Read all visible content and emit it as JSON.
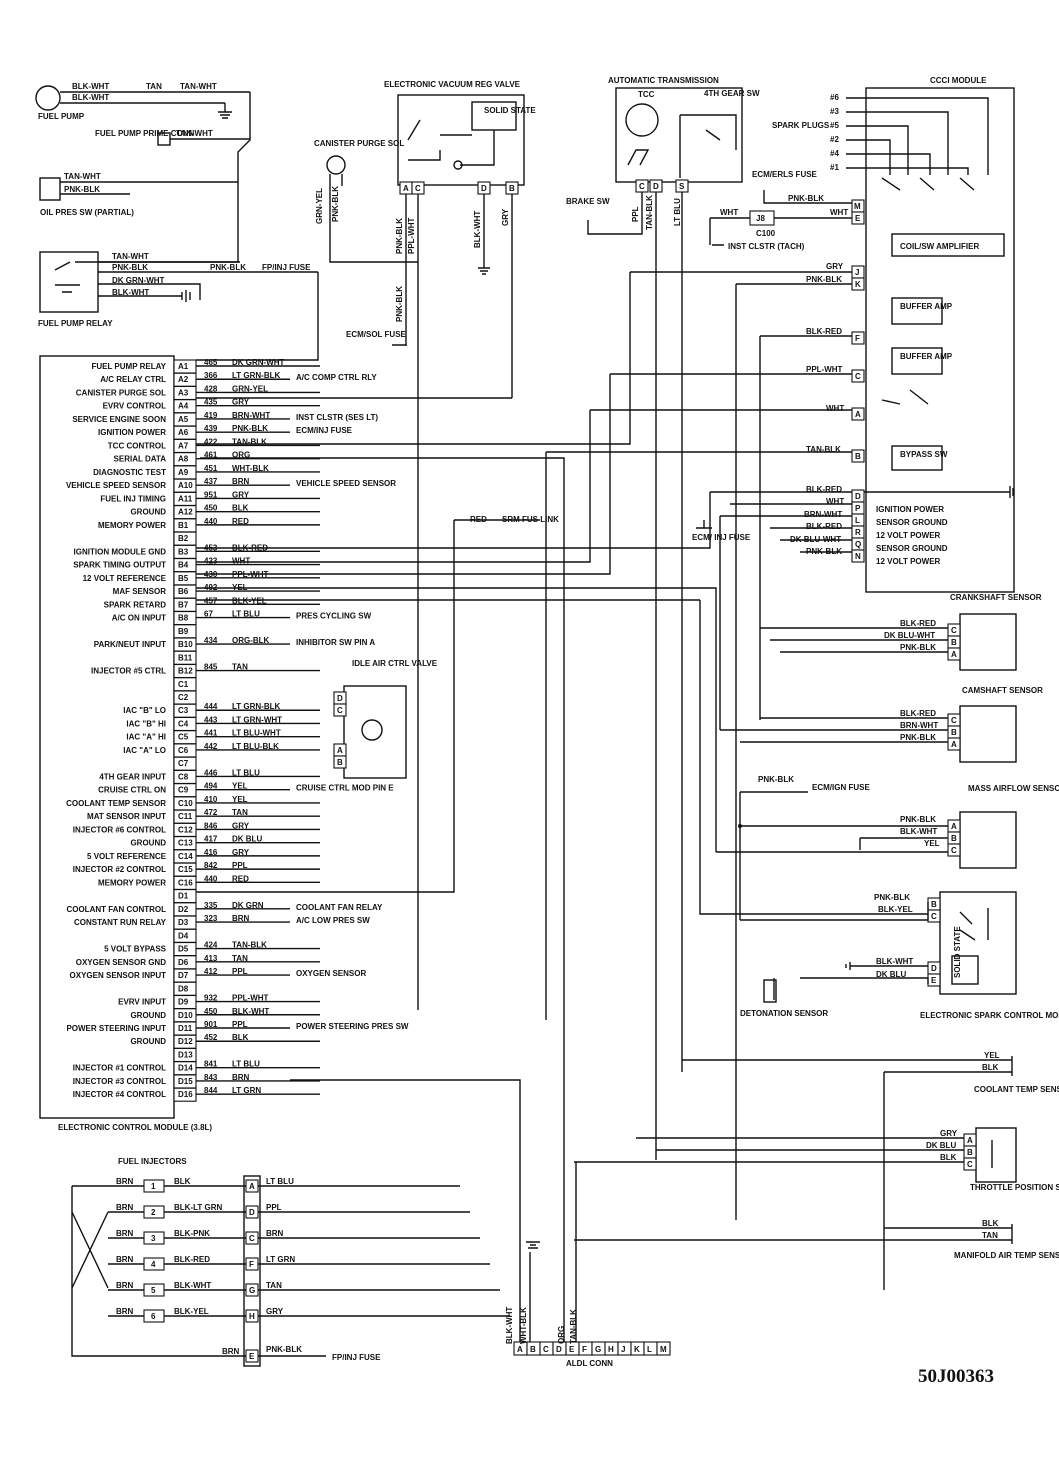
{
  "diagram_code": "50J00363",
  "top_left": {
    "fuel_pump": "FUEL PUMP",
    "fuel_pump_prime": "FUEL PUMP PRIME CONN",
    "oil_pres_sw": "OIL PRES SW (PARTIAL)",
    "fuel_pump_relay": "FUEL PUMP RELAY",
    "fp_inj_fuse": "FP/INJ FUSE",
    "wires": [
      "BLK-WHT",
      "BLK-WHT",
      "TAN",
      "TAN-WHT",
      "TAN-WHT",
      "TAN-WHT",
      "PNK-BLK",
      "TAN-WHT",
      "PNK-BLK",
      "PNK-BLK",
      "DK GRN-WHT",
      "BLK-WHT"
    ]
  },
  "components": {
    "canister": "CANISTER PURGE SOL",
    "evrv": "ELECTRONIC VACUUM REG VALVE",
    "solid_state": "SOLID STATE",
    "auto_trans": "AUTOMATIC TRANSMISSION",
    "tcc": "TCC",
    "fourth_gear_sw": "4TH GEAR SW",
    "brake_sw": "BRAKE SW",
    "ccci": "CCCI MODULE",
    "spark_plugs": "SPARK PLUGS",
    "ecm_erls_fuse": "ECM/ERLS FUSE",
    "j8": "J8",
    "c100": "C100",
    "inst_clstr": "INST CLSTR (TACH)",
    "coil_amp": "COIL/SW AMPLIFIER",
    "buffer_amp1": "BUFFER AMP",
    "buffer_amp2": "BUFFER AMP",
    "bypass_sw": "BYPASS SW",
    "ign_power": "IGNITION POWER",
    "sensor_ground1": "SENSOR GROUND",
    "v12_power1": "12 VOLT POWER",
    "sensor_ground2": "SENSOR GROUND",
    "v12_power2": "12 VOLT POWER",
    "ecm_inj_fuse": "ECM/ INJ FUSE",
    "ecm_sol_fuse": "ECM/SOL FUSE",
    "crankshaft": "CRANKSHAFT SENSOR",
    "camshaft": "CAMSHAFT SENSOR",
    "ecm_ign_fuse": "ECM/IGN FUSE",
    "maf": "MASS AIRFLOW SENSOR",
    "esc": "ELECTRONIC SPARK CONTROL MODULE",
    "solid_state2": "SOLID STATE",
    "detonation": "DETONATION SENSOR",
    "coolant_temp": "COOLANT TEMP SENSOR",
    "tps": "THROTTLE POSITION SENSOR",
    "mat": "MANIFOLD AIR TEMP SENSOR",
    "aldl": "ALDL CONN",
    "iac": "IDLE AIR CTRL VALVE",
    "fuel_injectors": "FUEL INJECTORS",
    "ecm": "ELECTRONIC CONTROL MODULE (3.8L)",
    "inj_fuse": "FP/INJ FUSE",
    "spark_plug_nums": [
      "#6",
      "#3",
      "#5",
      "#2",
      "#4",
      "#1"
    ]
  },
  "spark_plug_pins": [
    "M",
    "E",
    "J",
    "K",
    "F",
    "C",
    "A",
    "B",
    "D",
    "P",
    "L",
    "R",
    "Q",
    "N"
  ],
  "ccci_wires": {
    "pnk_blk": "PNK-BLK",
    "wht": "WHT",
    "gry": "GRY",
    "pnk_blk2": "PNK-BLK",
    "blk_red": "BLK-RED",
    "ppl_wht": "PPL-WHT",
    "wht2": "WHT",
    "tan_blk": "TAN-BLK",
    "blk_red2": "BLK-RED",
    "wht3": "WHT",
    "brn_wht": "BRN-WHT",
    "blk_red3": "BLK-RED",
    "dkblu_wht": "DK BLU-WHT",
    "pnk_blk3": "PNK-BLK"
  },
  "sensor_wires": {
    "crank": [
      "BLK-RED",
      "DK BLU-WHT",
      "PNK-BLK"
    ],
    "cam": [
      "BLK-RED",
      "BRN-WHT",
      "PNK-BLK"
    ],
    "maf": [
      "PNK-BLK",
      "BLK-WHT",
      "YEL"
    ],
    "maf_fuse": "PNK-BLK",
    "esc": [
      "PNK-BLK",
      "BLK-YEL",
      "BLK-WHT",
      "DK BLU"
    ],
    "coolant": [
      "YEL",
      "BLK"
    ],
    "tps": [
      "GRY",
      "DK BLU",
      "BLK"
    ],
    "mat": [
      "BLK",
      "TAN"
    ],
    "evrv": [
      "PNK-BLK",
      "PPL-WHT",
      "BLK-WHT",
      "GRY"
    ],
    "canister": [
      "GRN-YEL",
      "PNK-BLK"
    ],
    "trans": [
      "PPL",
      "TAN-BLK",
      "LT BLU"
    ],
    "sol_fuse": "PNK-BLK",
    "srm_fus": "RED",
    "srm_label": "SRM FUS LINK"
  },
  "ecm_rows": [
    {
      "label": "FUEL PUMP RELAY",
      "pin": "A1",
      "circ": "465",
      "wire": "DK GRN-WHT",
      "dest": ""
    },
    {
      "label": "A/C RELAY CTRL",
      "pin": "A2",
      "circ": "366",
      "wire": "LT GRN-BLK",
      "dest": "A/C COMP CTRL RLY"
    },
    {
      "label": "CANISTER PURGE SOL",
      "pin": "A3",
      "circ": "428",
      "wire": "GRN-YEL",
      "dest": ""
    },
    {
      "label": "EVRV CONTROL",
      "pin": "A4",
      "circ": "435",
      "wire": "GRY",
      "dest": ""
    },
    {
      "label": "SERVICE ENGINE SOON",
      "pin": "A5",
      "circ": "419",
      "wire": "BRN-WHT",
      "dest": "INST CLSTR (SES LT)"
    },
    {
      "label": "IGNITION POWER",
      "pin": "A6",
      "circ": "439",
      "wire": "PNK-BLK",
      "dest": "ECM/INJ FUSE"
    },
    {
      "label": "TCC CONTROL",
      "pin": "A7",
      "circ": "422",
      "wire": "TAN-BLK",
      "dest": ""
    },
    {
      "label": "SERIAL DATA",
      "pin": "A8",
      "circ": "461",
      "wire": "ORG",
      "dest": ""
    },
    {
      "label": "DIAGNOSTIC TEST",
      "pin": "A9",
      "circ": "451",
      "wire": "WHT-BLK",
      "dest": ""
    },
    {
      "label": "VEHICLE SPEED SENSOR",
      "pin": "A10",
      "circ": "437",
      "wire": "BRN",
      "dest": "VEHICLE SPEED SENSOR"
    },
    {
      "label": "FUEL INJ TIMING",
      "pin": "A11",
      "circ": "951",
      "wire": "GRY",
      "dest": ""
    },
    {
      "label": "GROUND",
      "pin": "A12",
      "circ": "450",
      "wire": "BLK",
      "dest": ""
    },
    {
      "label": "MEMORY POWER",
      "pin": "B1",
      "circ": "440",
      "wire": "RED",
      "dest": ""
    },
    {
      "label": "",
      "pin": "B2",
      "circ": "",
      "wire": "",
      "dest": ""
    },
    {
      "label": "IGNITION MODULE GND",
      "pin": "B3",
      "circ": "453",
      "wire": "BLK-RED",
      "dest": ""
    },
    {
      "label": "SPARK TIMING OUTPUT",
      "pin": "B4",
      "circ": "423",
      "wire": "WHT",
      "dest": ""
    },
    {
      "label": "12 VOLT REFERENCE",
      "pin": "B5",
      "circ": "430",
      "wire": "PPL-WHT",
      "dest": ""
    },
    {
      "label": "MAF SENSOR",
      "pin": "B6",
      "circ": "492",
      "wire": "YEL",
      "dest": ""
    },
    {
      "label": "SPARK RETARD",
      "pin": "B7",
      "circ": "457",
      "wire": "BLK-YEL",
      "dest": ""
    },
    {
      "label": "A/C ON INPUT",
      "pin": "B8",
      "circ": "67",
      "wire": "LT BLU",
      "dest": "PRES CYCLING SW"
    },
    {
      "label": "",
      "pin": "B9",
      "circ": "",
      "wire": "",
      "dest": ""
    },
    {
      "label": "PARK/NEUT INPUT",
      "pin": "B10",
      "circ": "434",
      "wire": "ORG-BLK",
      "dest": "INHIBITOR SW PIN A"
    },
    {
      "label": "",
      "pin": "B11",
      "circ": "",
      "wire": "",
      "dest": ""
    },
    {
      "label": "INJECTOR #5 CTRL",
      "pin": "B12",
      "circ": "845",
      "wire": "TAN",
      "dest": ""
    },
    {
      "label": "",
      "pin": "C1",
      "circ": "",
      "wire": "",
      "dest": ""
    },
    {
      "label": "",
      "pin": "C2",
      "circ": "",
      "wire": "",
      "dest": ""
    },
    {
      "label": "IAC \"B\" LO",
      "pin": "C3",
      "circ": "444",
      "wire": "LT GRN-BLK",
      "dest": ""
    },
    {
      "label": "IAC \"B\" HI",
      "pin": "C4",
      "circ": "443",
      "wire": "LT GRN-WHT",
      "dest": ""
    },
    {
      "label": "IAC \"A\" HI",
      "pin": "C5",
      "circ": "441",
      "wire": "LT BLU-WHT",
      "dest": ""
    },
    {
      "label": "IAC \"A\" LO",
      "pin": "C6",
      "circ": "442",
      "wire": "LT BLU-BLK",
      "dest": ""
    },
    {
      "label": "",
      "pin": "C7",
      "circ": "",
      "wire": "",
      "dest": ""
    },
    {
      "label": "4TH GEAR INPUT",
      "pin": "C8",
      "circ": "446",
      "wire": "LT BLU",
      "dest": ""
    },
    {
      "label": "CRUISE CTRL ON",
      "pin": "C9",
      "circ": "494",
      "wire": "YEL",
      "dest": "CRUISE CTRL MOD PIN E"
    },
    {
      "label": "COOLANT TEMP SENSOR",
      "pin": "C10",
      "circ": "410",
      "wire": "YEL",
      "dest": ""
    },
    {
      "label": "MAT SENSOR INPUT",
      "pin": "C11",
      "circ": "472",
      "wire": "TAN",
      "dest": ""
    },
    {
      "label": "INJECTOR #6 CONTROL",
      "pin": "C12",
      "circ": "846",
      "wire": "GRY",
      "dest": ""
    },
    {
      "label": "GROUND",
      "pin": "C13",
      "circ": "417",
      "wire": "DK BLU",
      "dest": ""
    },
    {
      "label": "5 VOLT REFERENCE",
      "pin": "C14",
      "circ": "416",
      "wire": "GRY",
      "dest": ""
    },
    {
      "label": "INJECTOR #2 CONTROL",
      "pin": "C15",
      "circ": "842",
      "wire": "PPL",
      "dest": ""
    },
    {
      "label": "MEMORY POWER",
      "pin": "C16",
      "circ": "440",
      "wire": "RED",
      "dest": ""
    },
    {
      "label": "",
      "pin": "D1",
      "circ": "",
      "wire": "",
      "dest": ""
    },
    {
      "label": "COOLANT FAN CONTROL",
      "pin": "D2",
      "circ": "335",
      "wire": "DK GRN",
      "dest": "COOLANT FAN RELAY"
    },
    {
      "label": "CONSTANT RUN RELAY",
      "pin": "D3",
      "circ": "323",
      "wire": "BRN",
      "dest": "A/C LOW PRES SW"
    },
    {
      "label": "",
      "pin": "D4",
      "circ": "",
      "wire": "",
      "dest": ""
    },
    {
      "label": "5 VOLT BYPASS",
      "pin": "D5",
      "circ": "424",
      "wire": "TAN-BLK",
      "dest": ""
    },
    {
      "label": "OXYGEN SENSOR GND",
      "pin": "D6",
      "circ": "413",
      "wire": "TAN",
      "dest": ""
    },
    {
      "label": "OXYGEN SENSOR INPUT",
      "pin": "D7",
      "circ": "412",
      "wire": "PPL",
      "dest": "OXYGEN SENSOR"
    },
    {
      "label": "",
      "pin": "D8",
      "circ": "",
      "wire": "",
      "dest": ""
    },
    {
      "label": "EVRV INPUT",
      "pin": "D9",
      "circ": "932",
      "wire": "PPL-WHT",
      "dest": ""
    },
    {
      "label": "GROUND",
      "pin": "D10",
      "circ": "450",
      "wire": "BLK-WHT",
      "dest": ""
    },
    {
      "label": "POWER STEERING INPUT",
      "pin": "D11",
      "circ": "901",
      "wire": "PPL",
      "dest": "POWER STEERING PRES SW"
    },
    {
      "label": "GROUND",
      "pin": "D12",
      "circ": "452",
      "wire": "BLK",
      "dest": ""
    },
    {
      "label": "",
      "pin": "D13",
      "circ": "",
      "wire": "",
      "dest": ""
    },
    {
      "label": "INJECTOR #1 CONTROL",
      "pin": "D14",
      "circ": "841",
      "wire": "LT BLU",
      "dest": ""
    },
    {
      "label": "INJECTOR #3 CONTROL",
      "pin": "D15",
      "circ": "843",
      "wire": "BRN",
      "dest": ""
    },
    {
      "label": "INJECTOR #4 CONTROL",
      "pin": "D16",
      "circ": "844",
      "wire": "LT GRN",
      "dest": ""
    }
  ],
  "injectors": [
    {
      "num": "1",
      "left": "BRN",
      "right": "BLK",
      "pin": "A",
      "out": "LT BLU"
    },
    {
      "num": "2",
      "left": "BRN",
      "right": "BLK-LT GRN",
      "pin": "D",
      "out": "PPL"
    },
    {
      "num": "3",
      "left": "BRN",
      "right": "BLK-PNK",
      "pin": "C",
      "out": "BRN"
    },
    {
      "num": "4",
      "left": "BRN",
      "right": "BLK-RED",
      "pin": "F",
      "out": "LT GRN"
    },
    {
      "num": "5",
      "left": "BRN",
      "right": "BLK-WHT",
      "pin": "G",
      "out": "TAN"
    },
    {
      "num": "6",
      "left": "BRN",
      "right": "BLK-YEL",
      "pin": "H",
      "out": "GRY"
    }
  ],
  "inj_feed": {
    "left": "BRN",
    "pin": "E",
    "wire": "PNK-BLK"
  },
  "aldl_pins": [
    "A",
    "B",
    "C",
    "D",
    "E",
    "F",
    "G",
    "H",
    "J",
    "K",
    "L",
    "M"
  ],
  "aldl_wires": [
    "BLK-WHT",
    "WHT-BLK",
    "ORG",
    "TAN-BLK"
  ],
  "iac_pins": [
    "D",
    "C",
    "A",
    "B"
  ],
  "pins_abc": [
    "A",
    "B",
    "C"
  ],
  "pins_cba": [
    "C",
    "B",
    "A"
  ],
  "esc_pins": [
    "B",
    "C",
    "D",
    "E"
  ],
  "evrv_pins": [
    "A",
    "C",
    "D",
    "B"
  ],
  "trans_pins": [
    "C",
    "D",
    "S"
  ]
}
